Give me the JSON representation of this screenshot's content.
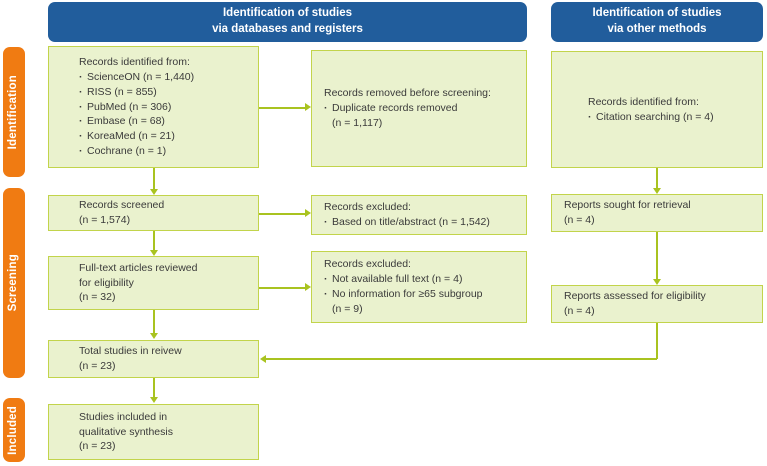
{
  "diagram": {
    "title": "PRISMA flow diagram",
    "colors": {
      "stage_tab": "#F07B12",
      "header_bar": "#215D9C",
      "box_fill": "#EAF2CE",
      "box_border": "#C2D44B",
      "connector": "#A9C320",
      "text": "#3A3A3A"
    }
  },
  "headers": {
    "databases": {
      "line1": "Identification of studies",
      "line2": "via databases and registers"
    },
    "other": {
      "line1": "Identification of studies",
      "line2": "via other methods"
    }
  },
  "stages": {
    "identification": "Identification",
    "screening": "Screening",
    "included": "Included"
  },
  "boxes": {
    "records_identified": {
      "title": "Records identified from:",
      "items": [
        "ScienceON (n = 1,440)",
        "RISS (n = 855)",
        "PubMed (n = 306)",
        "Embase (n = 68)",
        "KoreaMed (n = 21)",
        "Cochrane (n = 1)"
      ]
    },
    "records_removed": {
      "title": "Records removed before screening:",
      "item1": "Duplicate records removed",
      "item1_count": "(n = 1,117)"
    },
    "records_identified_other": {
      "title": "Records identified from:",
      "item1": "Citation searching (n = 4)"
    },
    "records_screened": {
      "line1": "Records screened",
      "line2": "(n = 1,574)"
    },
    "records_excluded_1": {
      "title": "Records excluded:",
      "item1": "Based on title/abstract (n = 1,542)"
    },
    "fulltext_reviewed": {
      "line1": "Full-text articles reviewed",
      "line2": "for eligibility",
      "line3": "(n = 32)"
    },
    "records_excluded_2": {
      "title": "Records excluded:",
      "item1": "Not available full text (n = 4)",
      "item2": "No information for ≥65 subgroup",
      "item2_count": "(n = 9)"
    },
    "reports_sought": {
      "line1": "Reports sought for retrieval",
      "line2": "(n = 4)"
    },
    "reports_assessed": {
      "line1": "Reports assessed for eligibility",
      "line2": "(n = 4)"
    },
    "total_studies": {
      "line1": "Total studies in reivew",
      "line2": "(n = 23)"
    },
    "studies_included": {
      "line1": "Studies included in",
      "line2": "qualitative synthesis",
      "line3": "(n = 23)"
    }
  }
}
